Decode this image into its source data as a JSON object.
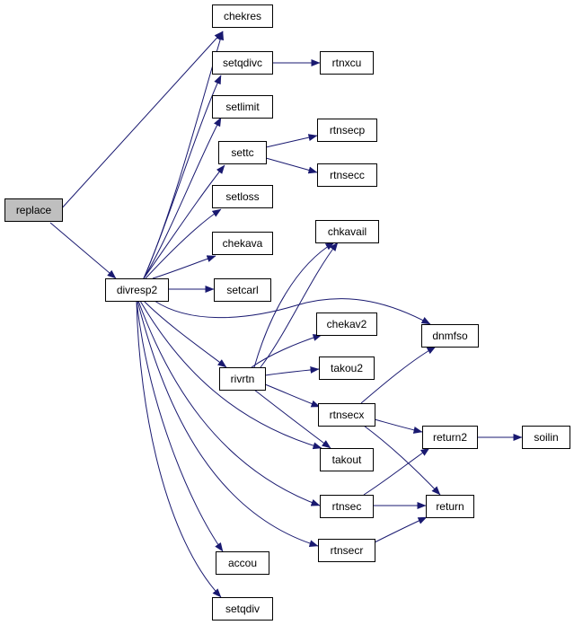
{
  "diagram": {
    "type": "call-graph",
    "colors": {
      "edge": "#191970",
      "node_fill": "#ffffff",
      "node_border": "#000000",
      "root_fill": "#bfbfbf",
      "text": "#000000"
    },
    "nodes": [
      {
        "id": "replace",
        "label": "replace",
        "root": true
      },
      {
        "id": "divresp2",
        "label": "divresp2"
      },
      {
        "id": "chekres",
        "label": "chekres"
      },
      {
        "id": "setqdivc",
        "label": "setqdivc"
      },
      {
        "id": "rtnxcu",
        "label": "rtnxcu"
      },
      {
        "id": "setlimit",
        "label": "setlimit"
      },
      {
        "id": "settc",
        "label": "settc"
      },
      {
        "id": "rtnsecp",
        "label": "rtnsecp"
      },
      {
        "id": "rtnsecc",
        "label": "rtnsecc"
      },
      {
        "id": "setloss",
        "label": "setloss"
      },
      {
        "id": "chekava",
        "label": "chekava"
      },
      {
        "id": "chkavail",
        "label": "chkavail"
      },
      {
        "id": "setcarl",
        "label": "setcarl"
      },
      {
        "id": "dnmfso",
        "label": "dnmfso"
      },
      {
        "id": "chekav2",
        "label": "chekav2"
      },
      {
        "id": "rivrtn",
        "label": "rivrtn"
      },
      {
        "id": "takou2",
        "label": "takou2"
      },
      {
        "id": "rtnsecx",
        "label": "rtnsecx"
      },
      {
        "id": "return2",
        "label": "return2"
      },
      {
        "id": "soilin",
        "label": "soilin"
      },
      {
        "id": "takout",
        "label": "takout"
      },
      {
        "id": "rtnsec",
        "label": "rtnsec"
      },
      {
        "id": "return",
        "label": "return"
      },
      {
        "id": "rtnsecr",
        "label": "rtnsecr"
      },
      {
        "id": "accou",
        "label": "accou"
      },
      {
        "id": "setqdiv",
        "label": "setqdiv"
      }
    ],
    "edges": [
      {
        "from": "replace",
        "to": "chekres"
      },
      {
        "from": "replace",
        "to": "divresp2"
      },
      {
        "from": "setqdivc",
        "to": "rtnxcu"
      },
      {
        "from": "settc",
        "to": "rtnsecp"
      },
      {
        "from": "settc",
        "to": "rtnsecc"
      },
      {
        "from": "divresp2",
        "to": "chekres"
      },
      {
        "from": "divresp2",
        "to": "setqdivc"
      },
      {
        "from": "divresp2",
        "to": "setlimit"
      },
      {
        "from": "divresp2",
        "to": "settc"
      },
      {
        "from": "divresp2",
        "to": "setloss"
      },
      {
        "from": "divresp2",
        "to": "chekava"
      },
      {
        "from": "divresp2",
        "to": "setcarl"
      },
      {
        "from": "divresp2",
        "to": "dnmfso"
      },
      {
        "from": "divresp2",
        "to": "rivrtn"
      },
      {
        "from": "divresp2",
        "to": "takout"
      },
      {
        "from": "divresp2",
        "to": "rtnsec"
      },
      {
        "from": "divresp2",
        "to": "rtnsecr"
      },
      {
        "from": "divresp2",
        "to": "accou"
      },
      {
        "from": "divresp2",
        "to": "setqdiv"
      },
      {
        "from": "rivrtn",
        "to": "chkavail"
      },
      {
        "from": "rivrtn",
        "to": "chkavail"
      },
      {
        "from": "rivrtn",
        "to": "chekav2"
      },
      {
        "from": "rivrtn",
        "to": "takou2"
      },
      {
        "from": "rivrtn",
        "to": "rtnsecx"
      },
      {
        "from": "rivrtn",
        "to": "takout"
      },
      {
        "from": "rtnsecx",
        "to": "dnmfso"
      },
      {
        "from": "rtnsecx",
        "to": "return2"
      },
      {
        "from": "rtnsecx",
        "to": "return"
      },
      {
        "from": "return2",
        "to": "soilin"
      },
      {
        "from": "rtnsec",
        "to": "return2"
      },
      {
        "from": "rtnsec",
        "to": "return"
      },
      {
        "from": "rtnsecr",
        "to": "return"
      }
    ]
  }
}
